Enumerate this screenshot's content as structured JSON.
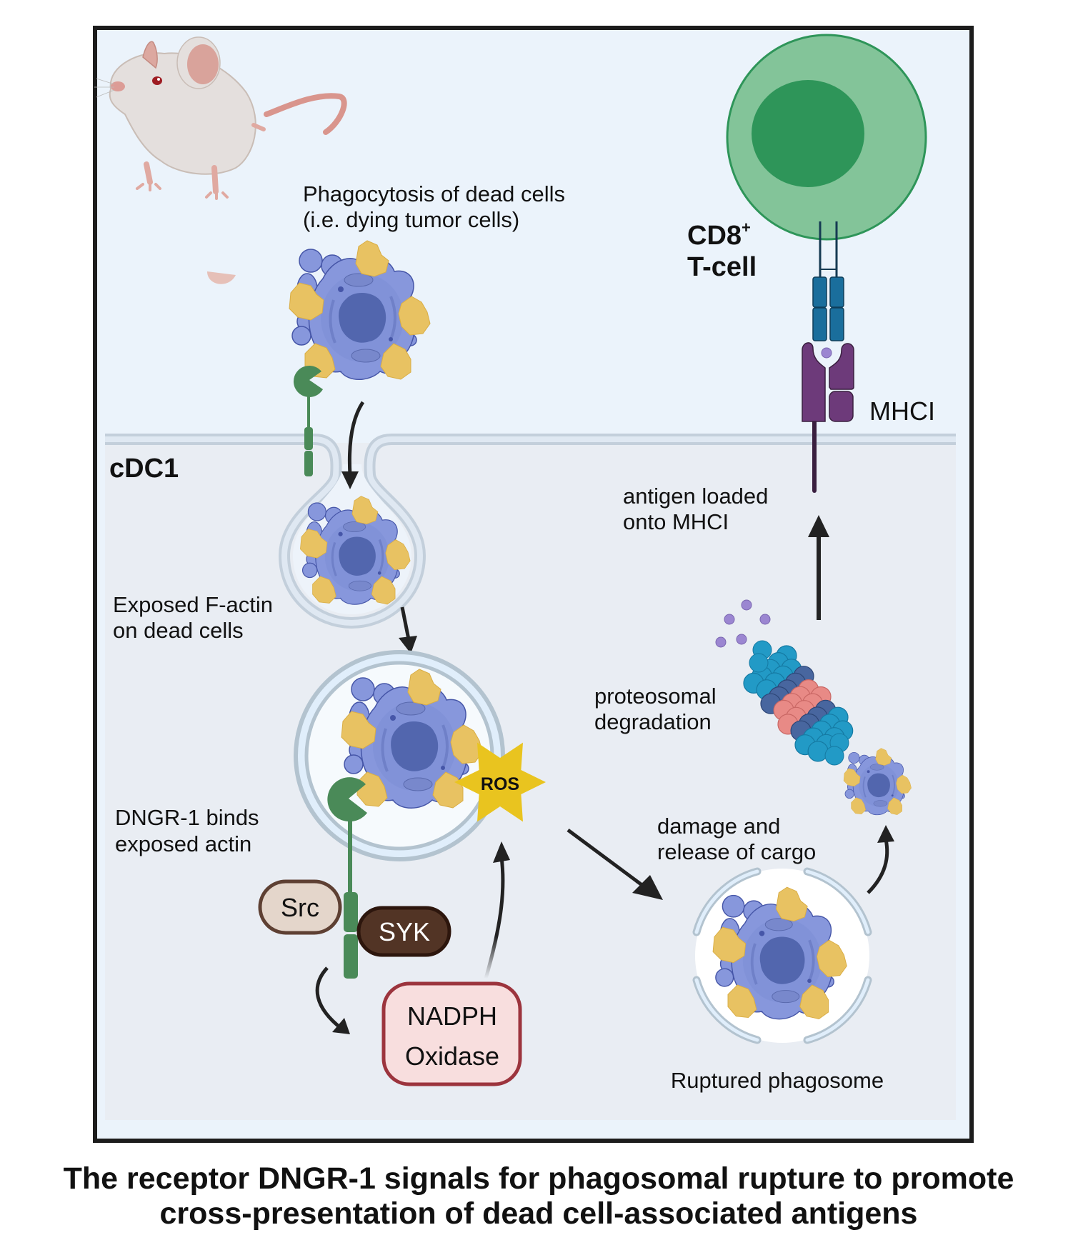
{
  "figure": {
    "title_line1": "The receptor DNGR-1 signals for phagosomal rupture to promote",
    "title_line2": "cross-presentation of dead cell-associated antigens"
  },
  "labels": {
    "phagocytosis_line1": "Phagocytosis of dead cells",
    "phagocytosis_line2": "(i.e. dying tumor cells)",
    "cd8_main": "CD8",
    "cd8_sup": "+",
    "tcell": "T-cell",
    "mhci": "MHCI",
    "cdc1": "cDC1",
    "antigen_line1": "antigen loaded",
    "antigen_line2": "onto MHCI",
    "factin_line1": "Exposed F-actin",
    "factin_line2": "on dead cells",
    "proteo_line1": "proteosomal",
    "proteo_line2": "degradation",
    "dngr_line1": "DNGR-1 binds",
    "dngr_line2": "exposed actin",
    "damage_line1": "damage and",
    "damage_line2": "release of cargo",
    "ruptured": "Ruptured phagosome",
    "ros": "ROS",
    "src": "Src",
    "syk": "SYK",
    "nadph_line1": "NADPH",
    "nadph_line2": "Oxidase"
  },
  "icons": {
    "mouse": "mouse-icon",
    "dead_cell": "dead-tumor-cell-icon",
    "tcell": "t-cell-icon",
    "tcr": "t-cell-receptor-icon",
    "mhc": "mhc-class-i-icon",
    "proteasome": "proteasome-icon",
    "peptide": "peptide-icon",
    "dngr1": "dngr1-receptor-icon",
    "ros": "ros-star-icon"
  },
  "colors": {
    "outer_bg": "#ebf3fb",
    "inner_bg": "#e9edf3",
    "frame": "#1c1c1c",
    "tcell_body": "#83c499",
    "tcell_nucleus": "#2e9559",
    "tcr": "#1a6e9c",
    "mhc": "#6d3a7a",
    "dngr1": "#4a8a58",
    "dead_cell": "#8797dc",
    "dead_nucleus": "#5266ae",
    "actin": "#e8c262",
    "ros": "#e9c41f",
    "src_fill": "#e4d6cb",
    "src_stroke": "#5e4033",
    "syk_fill": "#523425",
    "syk_stroke": "#2d160d",
    "nadph_fill": "#f8dede",
    "nadph_stroke": "#9c343d",
    "proteasome_outer": "#229ac6",
    "proteasome_mid": "#48669f",
    "proteasome_core": "#e88a86",
    "peptide": "#9b86d1"
  }
}
